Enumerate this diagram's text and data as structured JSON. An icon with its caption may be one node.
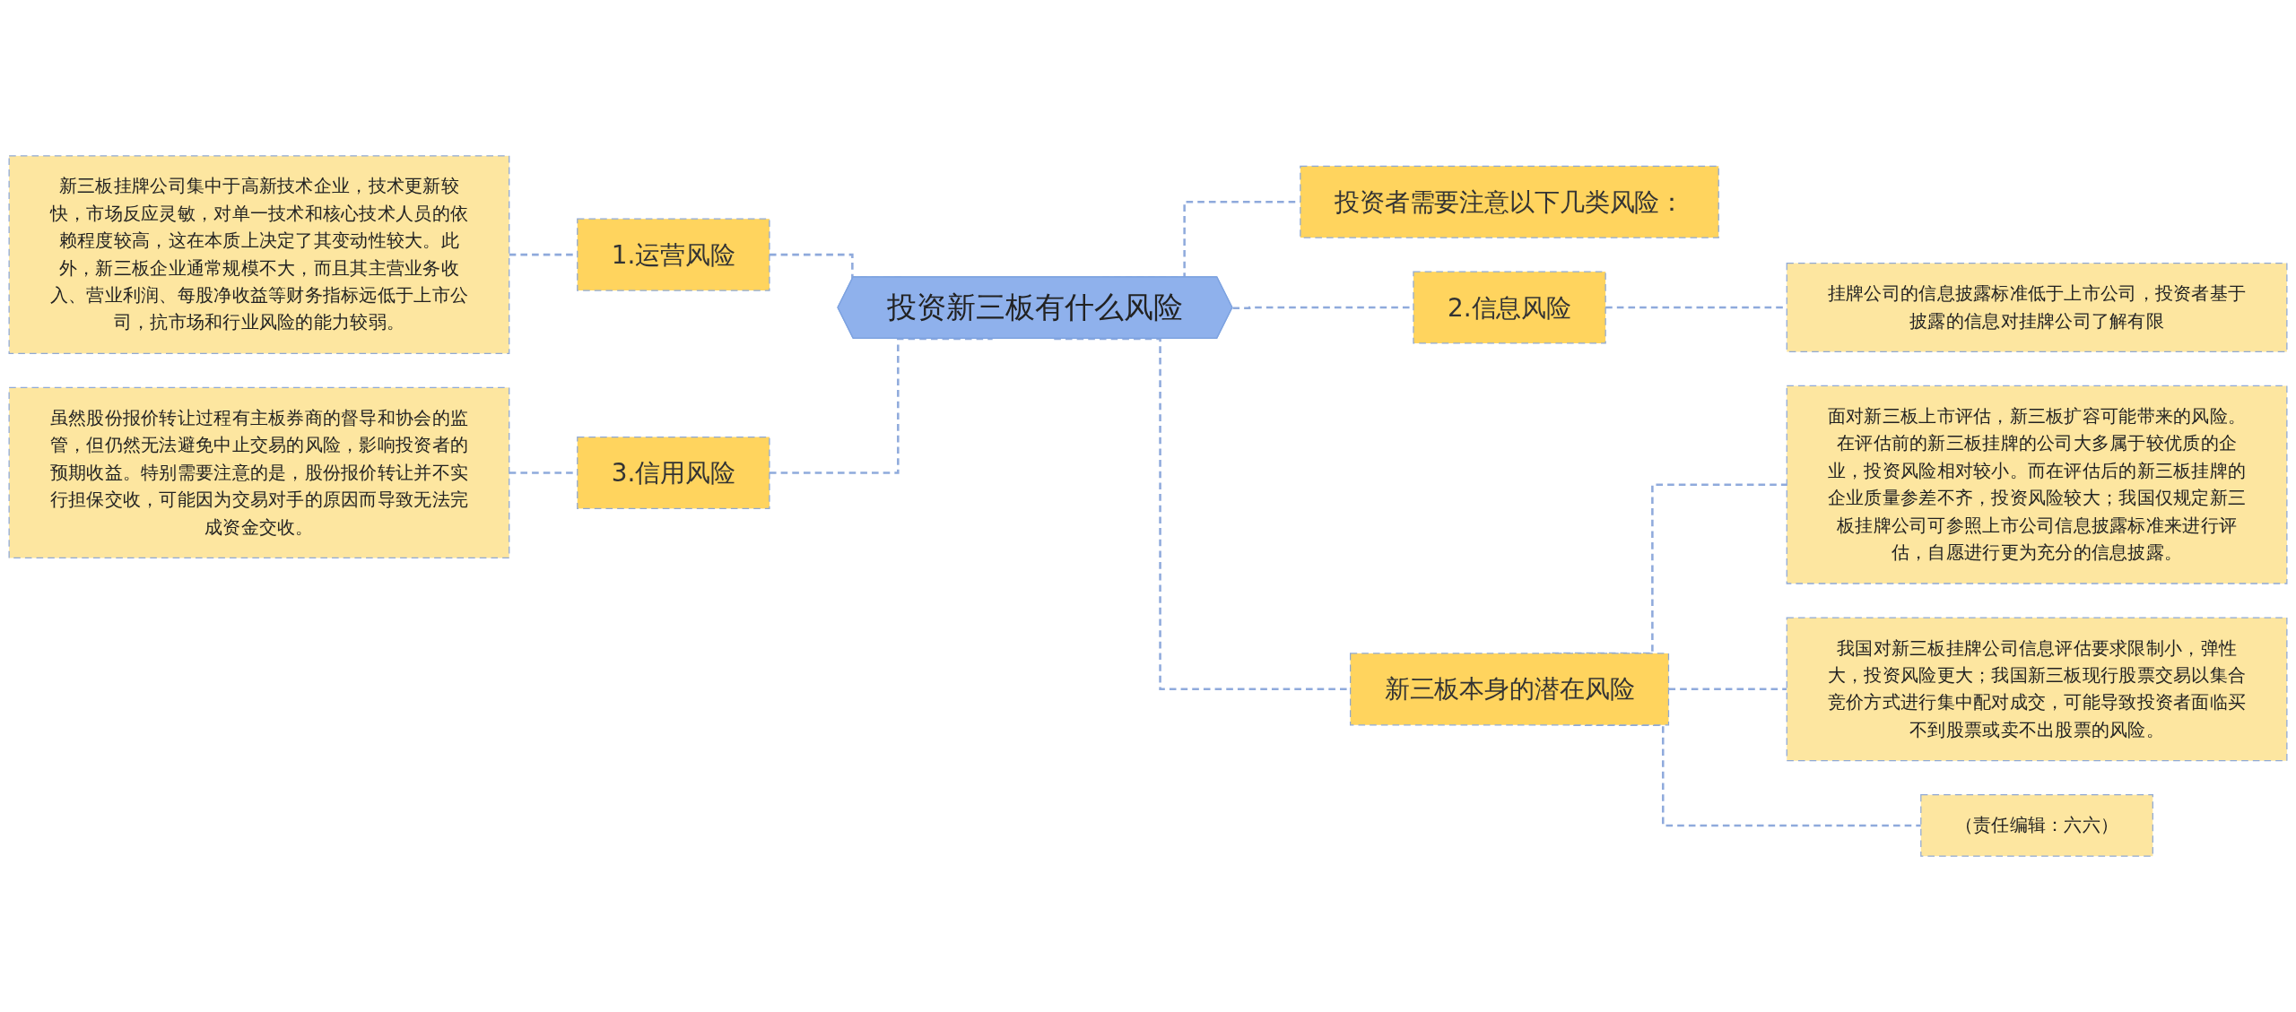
{
  "diagram": {
    "nodes": [
      {
        "text": [
          "投资新三板有什么风险"
        ]
      },
      {
        "text": [
          "1.运营风险"
        ]
      },
      {
        "text": [
          "新三板挂牌公司集中于高新技术企业，技术更新较快，市场反应灵敏，对单一技术和核心技术人员的依赖程度较高，这在本质上决定了其变动性较大。此外，新三板企业通常规模不大，而且其主营业务收入、营业利润、每股净收益等财务指标远低于上市公司，抗市场和行业风险的能力较弱。"
        ]
      },
      {
        "text": [
          "3.信用风险"
        ]
      },
      {
        "text": [
          "虽然股份报价转让过程有主板券商的督导和协会的监管，但仍然无法避免中止交易的风险，影响投资者的预期收益。特别需要注意的是，股份报价转让并不实行担保交收，可能因为交易对手的原因而导致无法完成资金交收。"
        ]
      },
      {
        "text": [
          "投资者需要注意以下几类风险："
        ]
      },
      {
        "text": [
          "2.信息风险"
        ]
      },
      {
        "text": [
          "挂牌公司的信息披露标准低于上市公司，投资者基于披露的信息对挂牌公司了解有限"
        ]
      },
      {
        "text": [
          "新三板本身的潜在风险"
        ]
      },
      {
        "text": [
          "面对新三板上市评估，新三板扩容可能带来的风险。在评估前的新三板挂牌的公司大多属于较优质的企业，投资风险相对较小。而在评估后的新三板挂牌的企业质量参差不齐，投资风险较大；我国仅规定新三板挂牌公司可参照上市公司信息披露标准来进行评估，自愿进行更为充分的信息披露。"
        ]
      },
      {
        "text": [
          "我国对新三板挂牌公司信息评估要求限制小，弹性大，投资风险更大；我国新三板现行股票交易以集合竞价方式进行集中配对成交，可能导致投资者面临买不到股票或卖不出股票的风险。"
        ]
      },
      {
        "text": [
          "（责任编辑：六六）"
        ]
      }
    ],
    "edges": [
      {
        "from": 0,
        "to": 1,
        "arrow": "none",
        "style": "dashed"
      },
      {
        "from": 1,
        "to": 2,
        "arrow": "none",
        "style": "dashed"
      },
      {
        "from": 0,
        "to": 3,
        "arrow": "none",
        "style": "dashed"
      },
      {
        "from": 3,
        "to": 4,
        "arrow": "none",
        "style": "dashed"
      },
      {
        "from": 0,
        "to": 5,
        "arrow": "none",
        "style": "dashed"
      },
      {
        "from": 0,
        "to": 6,
        "arrow": "none",
        "style": "dashed"
      },
      {
        "from": 6,
        "to": 7,
        "arrow": "none",
        "style": "dashed"
      },
      {
        "from": 0,
        "to": 8,
        "arrow": "none",
        "style": "dashed"
      },
      {
        "from": 8,
        "to": 9,
        "arrow": "none",
        "style": "dashed"
      },
      {
        "from": 8,
        "to": 10,
        "arrow": "none",
        "style": "dashed"
      },
      {
        "from": 8,
        "to": 11,
        "arrow": "none",
        "style": "dashed"
      }
    ]
  }
}
